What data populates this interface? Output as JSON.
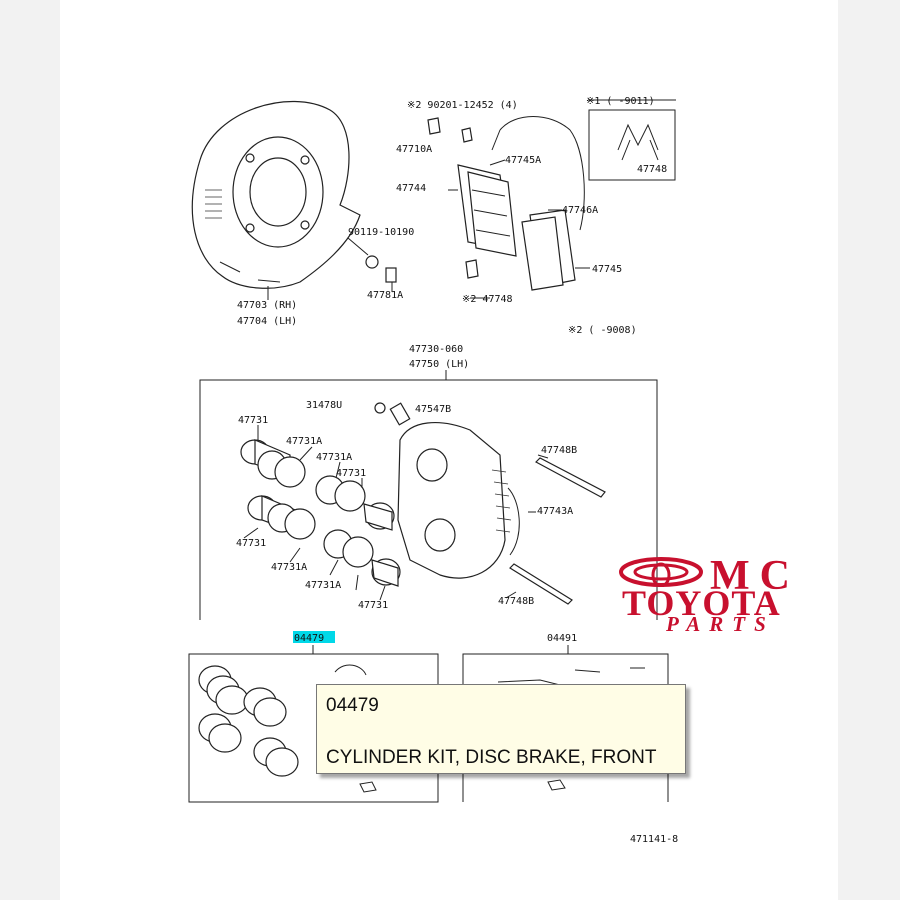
{
  "labels": {
    "dust_cover_rh": "47703 (RH)",
    "dust_cover_lh": "47704 (LH)",
    "bolt_a": "47781A",
    "washer_note": "90119-10190",
    "bolt_note": "※2 90201-12452 (4)",
    "pad_clip_a": "47710A",
    "pad": "47744",
    "anti_squeal_a": "47745A",
    "anti_squeal_b": "47745",
    "shim_a": "47746A",
    "pin_note": "※2 47748",
    "inset_note": "※1 (      -9011)",
    "inset_part": "47748",
    "footnote_2": "※2 (      -9008)",
    "caliper_rh": "47730-060",
    "caliper_lh": "47750 (LH)",
    "bleeder": "31478U",
    "bleeder_cap": "47547B",
    "piston": "47731",
    "piston_seal_a": "47731A",
    "seal_b": "47731A",
    "piston_2": "47731",
    "pin_a": "47748B",
    "spring": "47743A",
    "pin_b": "47748B",
    "kit_front": "04479",
    "kit_pad": "04491",
    "page_code": "471141-8",
    "seal_c": "47731A",
    "seal_d": "47731A",
    "piston_3": "47731",
    "piston_4": "47731"
  },
  "logo": {
    "mc": "MC",
    "toyota": "TOYOTA",
    "parts": "PARTS",
    "color": "#c8102e"
  },
  "tooltip": {
    "code": "04479",
    "description": "CYLINDER KIT, DISC BRAKE, FRONT"
  },
  "highlight_color": "#00d8e8"
}
